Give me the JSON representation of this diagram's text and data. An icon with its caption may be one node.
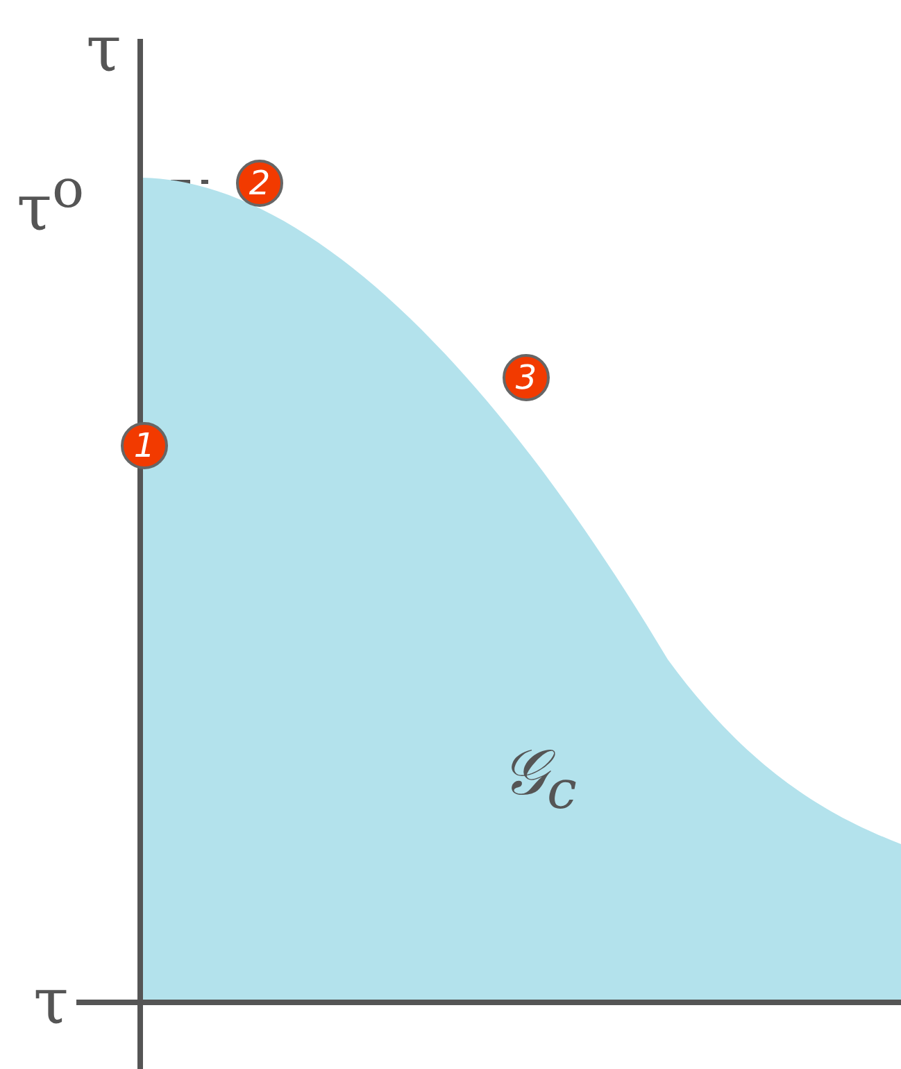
{
  "diagram": {
    "nodes": [
      {
        "text": [
          "𝒢$_{c}$"
        ]
      }
    ],
    "edges": [],
    "labels": [
      "τ",
      "τ$^{o}$",
      "2",
      "3",
      "1",
      "τ"
    ]
  }
}
